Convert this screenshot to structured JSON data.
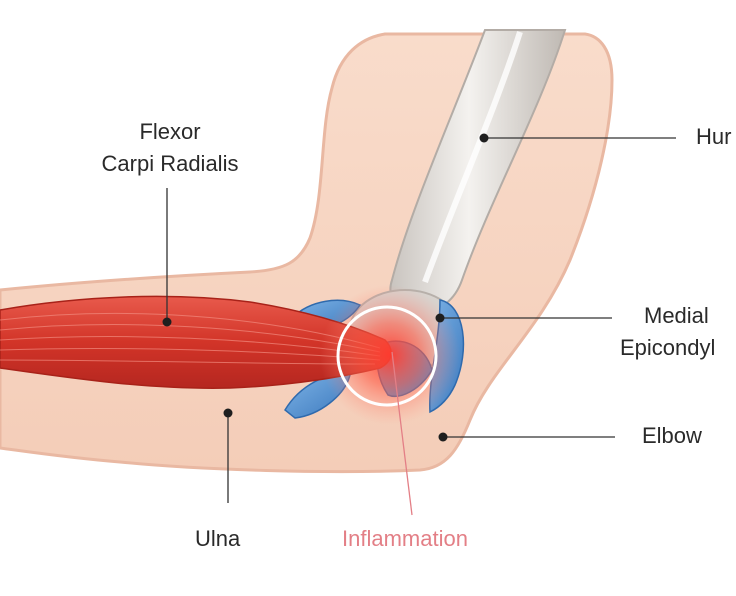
{
  "labels": {
    "flexor_line1": "Flexor",
    "flexor_line2": "Carpi Radialis",
    "humerus": "Hur",
    "medial_line1": "Medial",
    "medial_line2": "Epicondyl",
    "elbow": "Elbow",
    "ulna": "Ulna",
    "inflammation": "Inflammation"
  },
  "colors": {
    "skin": "#f7d7c6",
    "skin_outline": "#e9b8a2",
    "muscle": "#d73a30",
    "bone": "#d6d2ce",
    "tendon": "#4b8fd1",
    "inflammation_text": "#e37f86",
    "label_text": "#2a2a2a"
  }
}
